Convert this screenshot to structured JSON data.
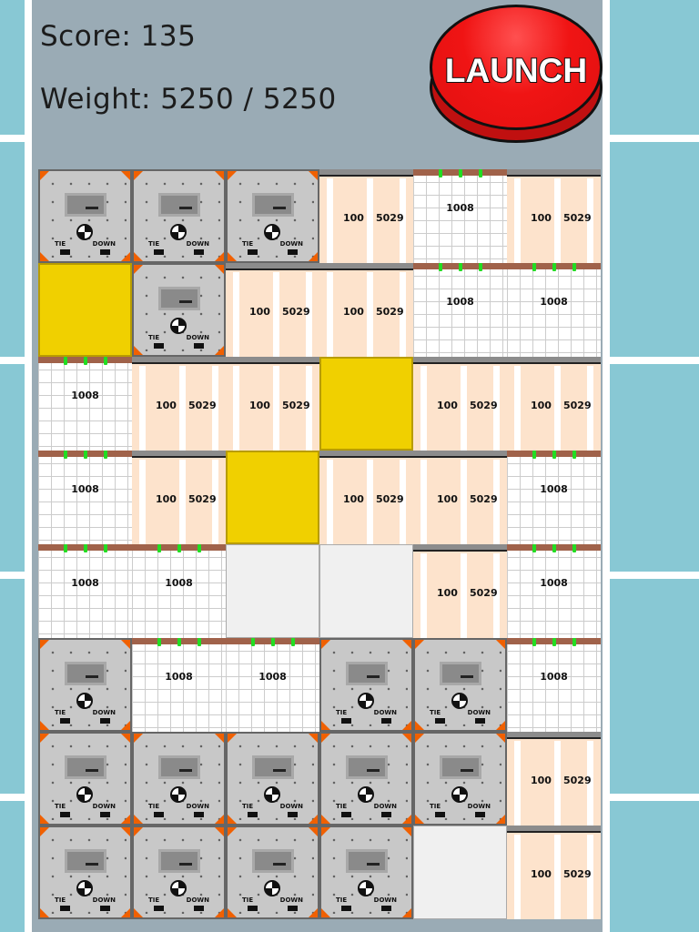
{
  "hud": {
    "score_label": "Score: 135",
    "weight_label": "Weight: 5250 / 5250"
  },
  "launch_button": {
    "label": "LAUNCH",
    "color": "#f01414"
  },
  "tile_labels": {
    "module_left": "TIE",
    "module_right": "DOWN",
    "cargo_a": "100",
    "cargo_b": "5029",
    "container": "1008"
  },
  "colors": {
    "background": "#88c8d4",
    "panel": "#9aabb5",
    "yellow": "#f0d000"
  },
  "grid": [
    [
      "M",
      "M",
      "M",
      "C",
      "W",
      "C"
    ],
    [
      "Y",
      "M",
      "C",
      "C",
      "W",
      "W"
    ],
    [
      "W",
      "C",
      "C",
      "Y",
      "C",
      "C"
    ],
    [
      "W",
      "C",
      "Y",
      "C",
      "C",
      "W"
    ],
    [
      "W",
      "W",
      "E",
      "E",
      "C",
      "W"
    ],
    [
      "M",
      "W",
      "W",
      "M",
      "M",
      "W"
    ],
    [
      "M",
      "M",
      "M",
      "M",
      "M",
      "C"
    ],
    [
      "M",
      "M",
      "M",
      "M",
      "E",
      "C"
    ]
  ]
}
